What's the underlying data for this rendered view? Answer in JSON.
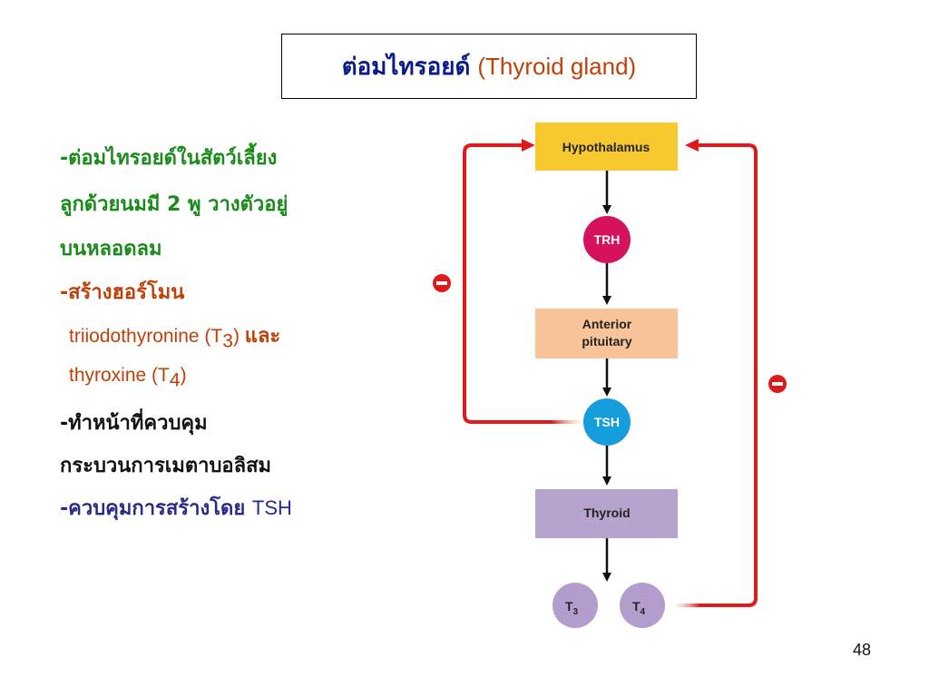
{
  "title": {
    "thai": "ต่อมไทรอยด์",
    "english": "(Thyroid gland)"
  },
  "bullets": {
    "line1": "-ต่อมไทรอยด์ในสัตว์เลี้ยง",
    "line2": " ลูกด้วยนมมี 2 พู วางตัวอยู่",
    "line3": "บนหลอดลม",
    "line4": "-สร้างฮอร์โมน",
    "line5_a": "triiodothyronine (T",
    "line5_sub": "3",
    "line5_b": ") ",
    "line5_c": "และ",
    "line6_a": "thyroxine (T",
    "line6_sub": "4",
    "line6_b": ")",
    "line7": "-ทำหน้าที่ควบคุม",
    "line8": " กระบวนการเมตาบอลิสม",
    "line9_a": "-ควบคุมการสร้างโดย ",
    "line9_b": "TSH"
  },
  "diagram": {
    "hypothalamus": "Hypothalamus",
    "trh": "TRH",
    "anterior_line1": "Anterior",
    "anterior_line2": "pituitary",
    "tsh": "TSH",
    "thyroid": "Thyroid",
    "t3": "T",
    "t3_sub": "3",
    "t4": "T",
    "t4_sub": "4",
    "colors": {
      "hypothalamus": "#f7c92e",
      "trh": "#d6125f",
      "anterior": "#f9c49a",
      "tsh": "#169edc",
      "thyroid": "#b6a4cf",
      "hormone": "#b39dcc",
      "feedback": "#e01a1a"
    }
  },
  "page_number": "48"
}
